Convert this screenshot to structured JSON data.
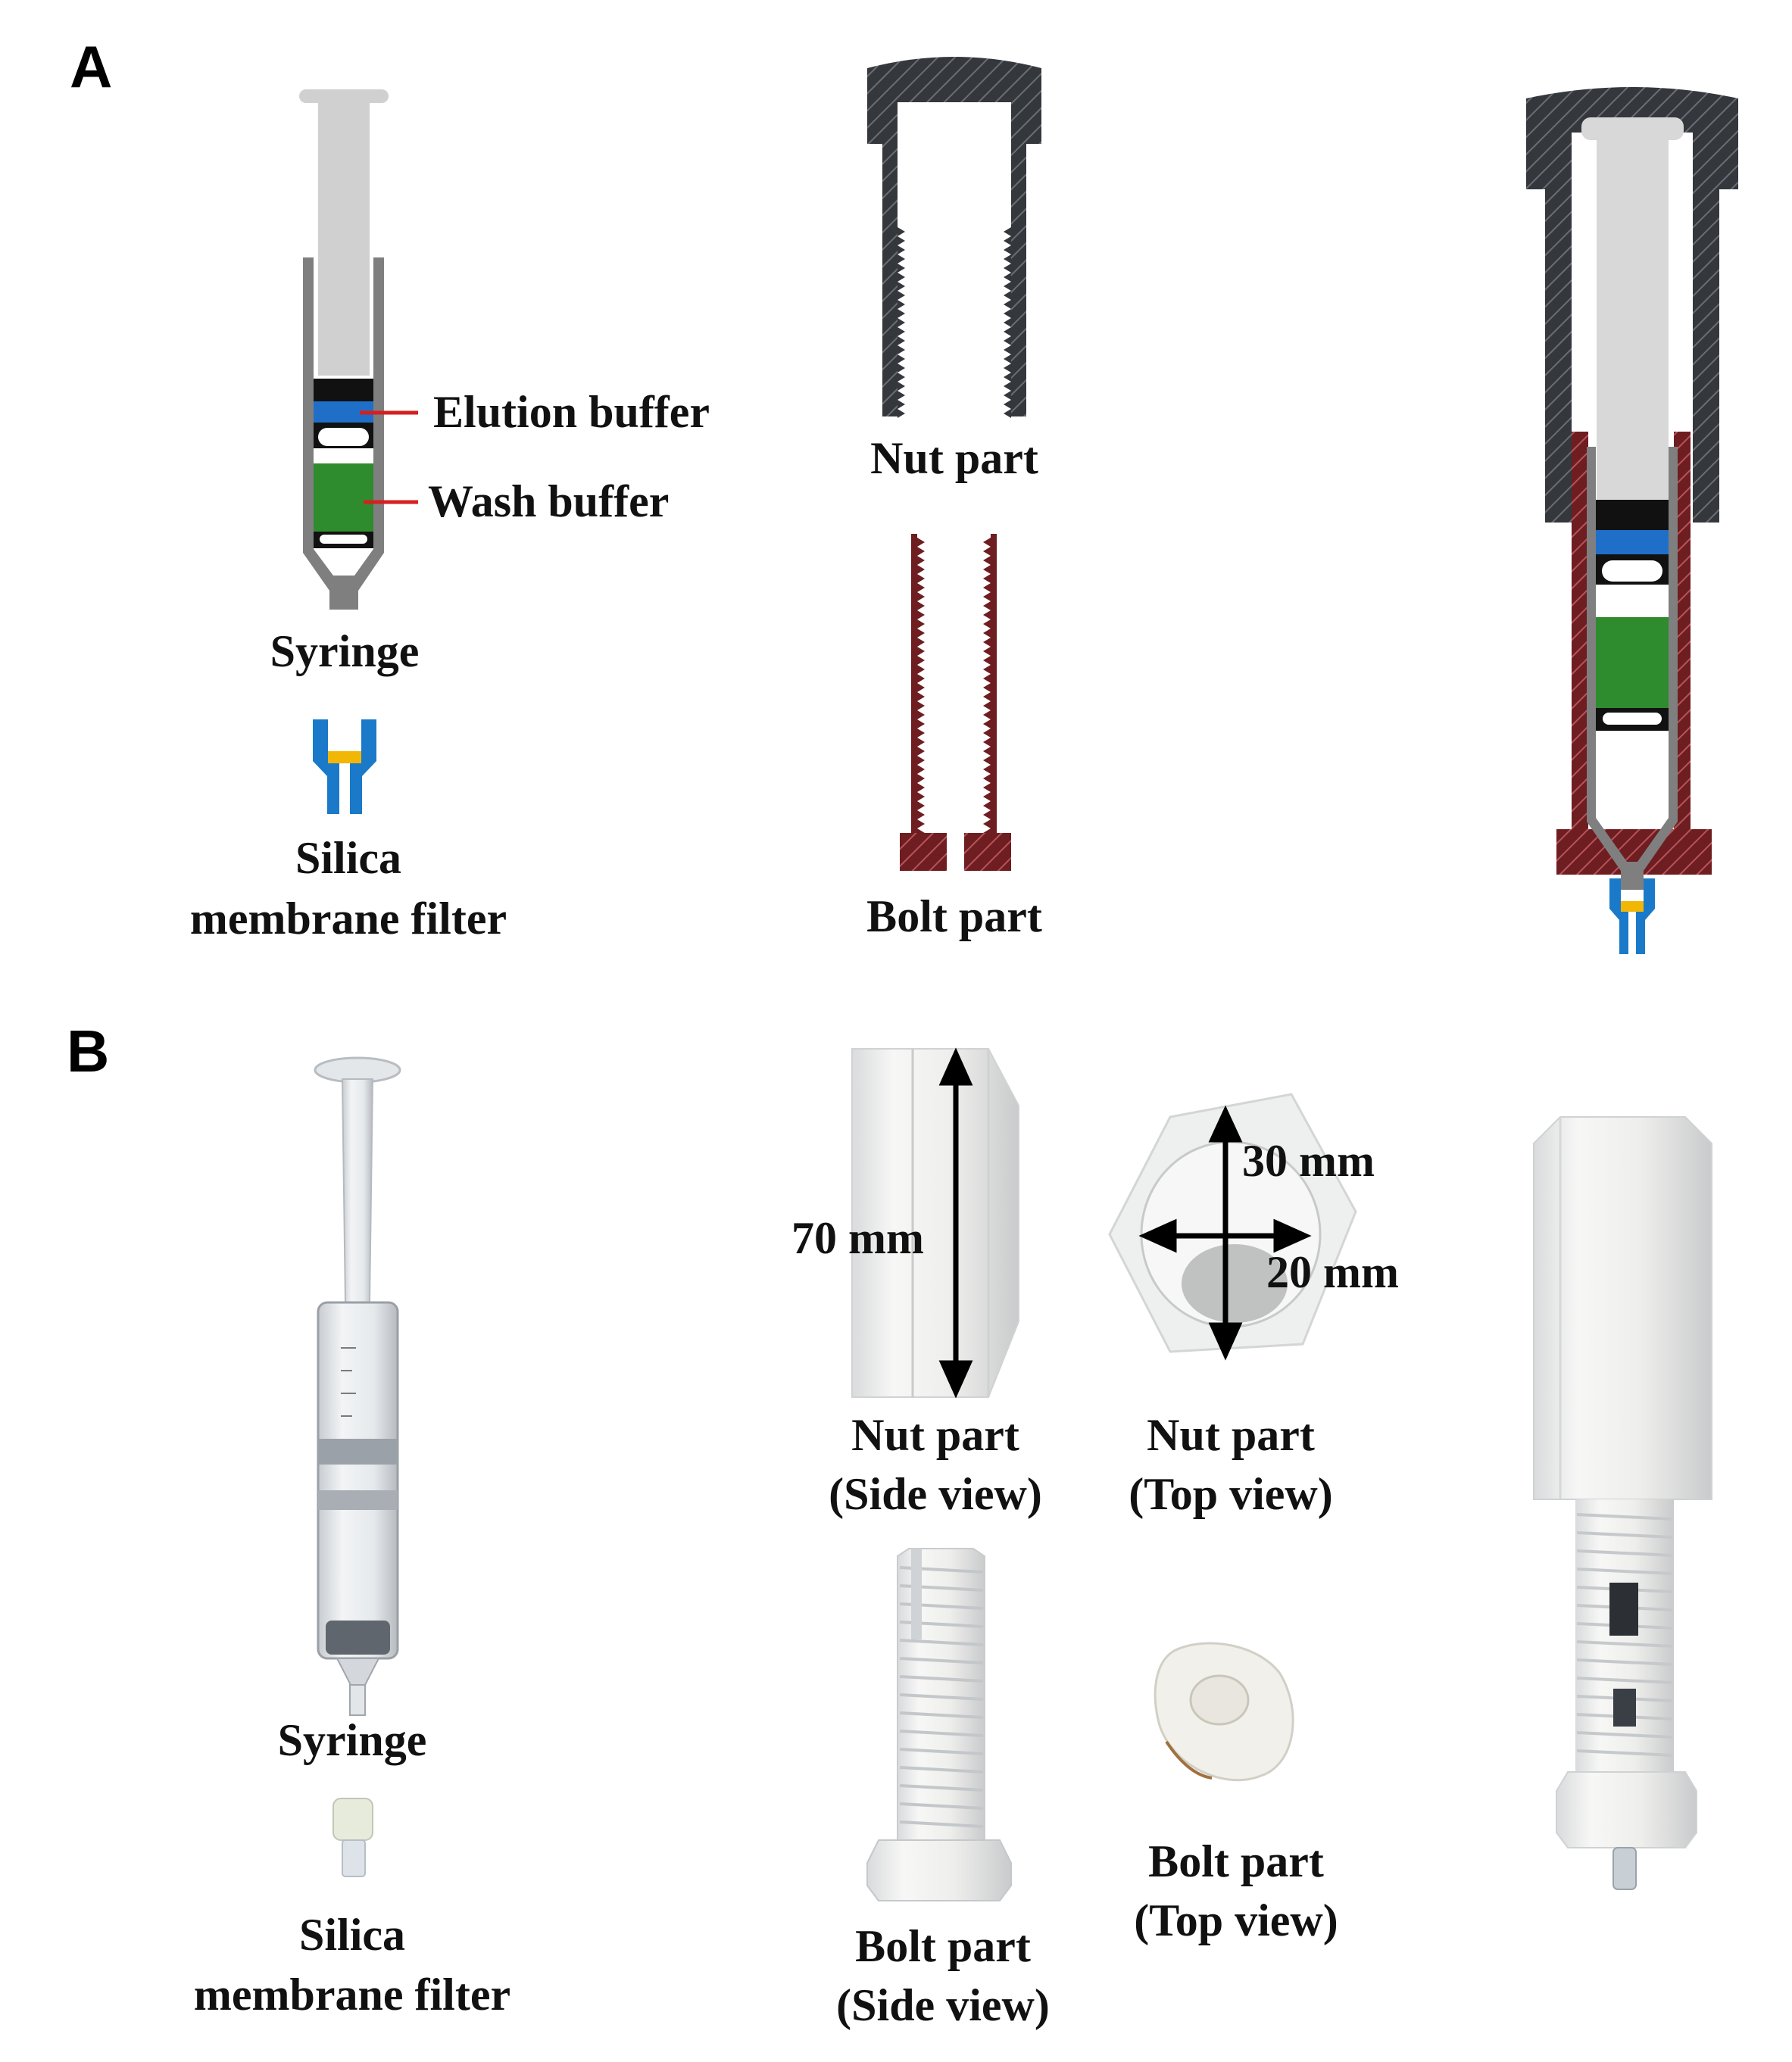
{
  "panels": {
    "a": "A",
    "b": "B"
  },
  "panel_a": {
    "elution_buffer": "Elution buffer",
    "wash_buffer": "Wash buffer",
    "syringe": "Syringe",
    "filter_line1": "Silica",
    "filter_line2": "membrane filter",
    "nut_part": "Nut part",
    "bolt_part": "Bolt part"
  },
  "panel_b": {
    "syringe": "Syringe",
    "filter_line1": "Silica",
    "filter_line2": "membrane filter",
    "dim_70": "70 mm",
    "dim_30": "30 mm",
    "dim_20": "20 mm",
    "nut_side_line1": "Nut part",
    "nut_side_line2": "(Side view)",
    "nut_top_line1": "Nut part",
    "nut_top_line2": "(Top view)",
    "bolt_side_line1": "Bolt part",
    "bolt_side_line2": "(Side view)",
    "bolt_top_line1": "Bolt part",
    "bolt_top_line2": "(Top view)"
  },
  "colors": {
    "nut": "#3a3d42",
    "bolt": "#7a2226",
    "syringe_barrel": "#7f7f7f",
    "plunger": "#d0d0d0",
    "elution": "#1f6fc8",
    "wash": "#2e8b2e",
    "filter_blue": "#1a7ac9",
    "filter_yellow": "#f2b705",
    "leader": "#d42020"
  }
}
